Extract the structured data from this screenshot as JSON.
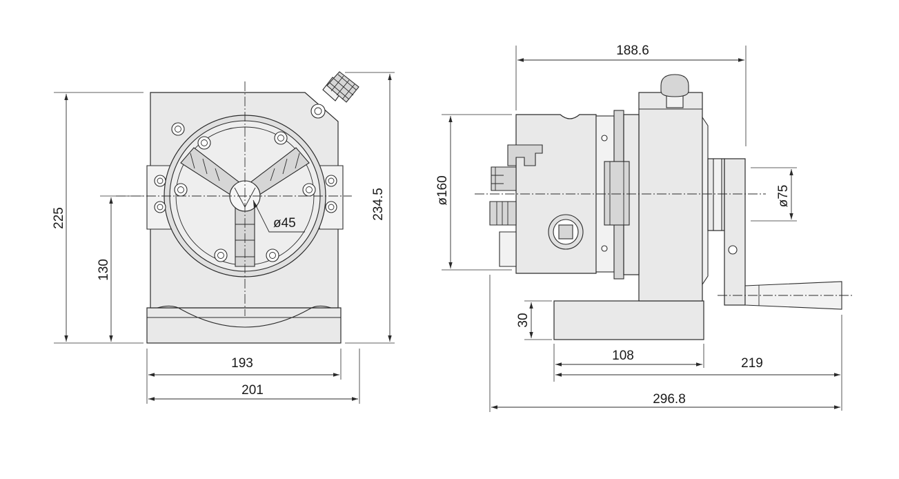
{
  "front_view": {
    "dim_total_height": "225",
    "dim_center_height": "130",
    "dim_overall_height": "234.5",
    "dim_bore": "ø45",
    "dim_base_width": "193",
    "dim_overall_width": "201"
  },
  "side_view": {
    "dim_top_length": "188.6",
    "dim_chuck_dia": "ø160",
    "dim_hub_dia": "ø75",
    "dim_base_height": "30",
    "dim_base_length": "108",
    "dim_handle_length": "219",
    "dim_overall_length": "296.8"
  },
  "colors": {
    "line": "#2a2a2a",
    "fill": "#e9e9e9",
    "background": "#ffffff"
  }
}
